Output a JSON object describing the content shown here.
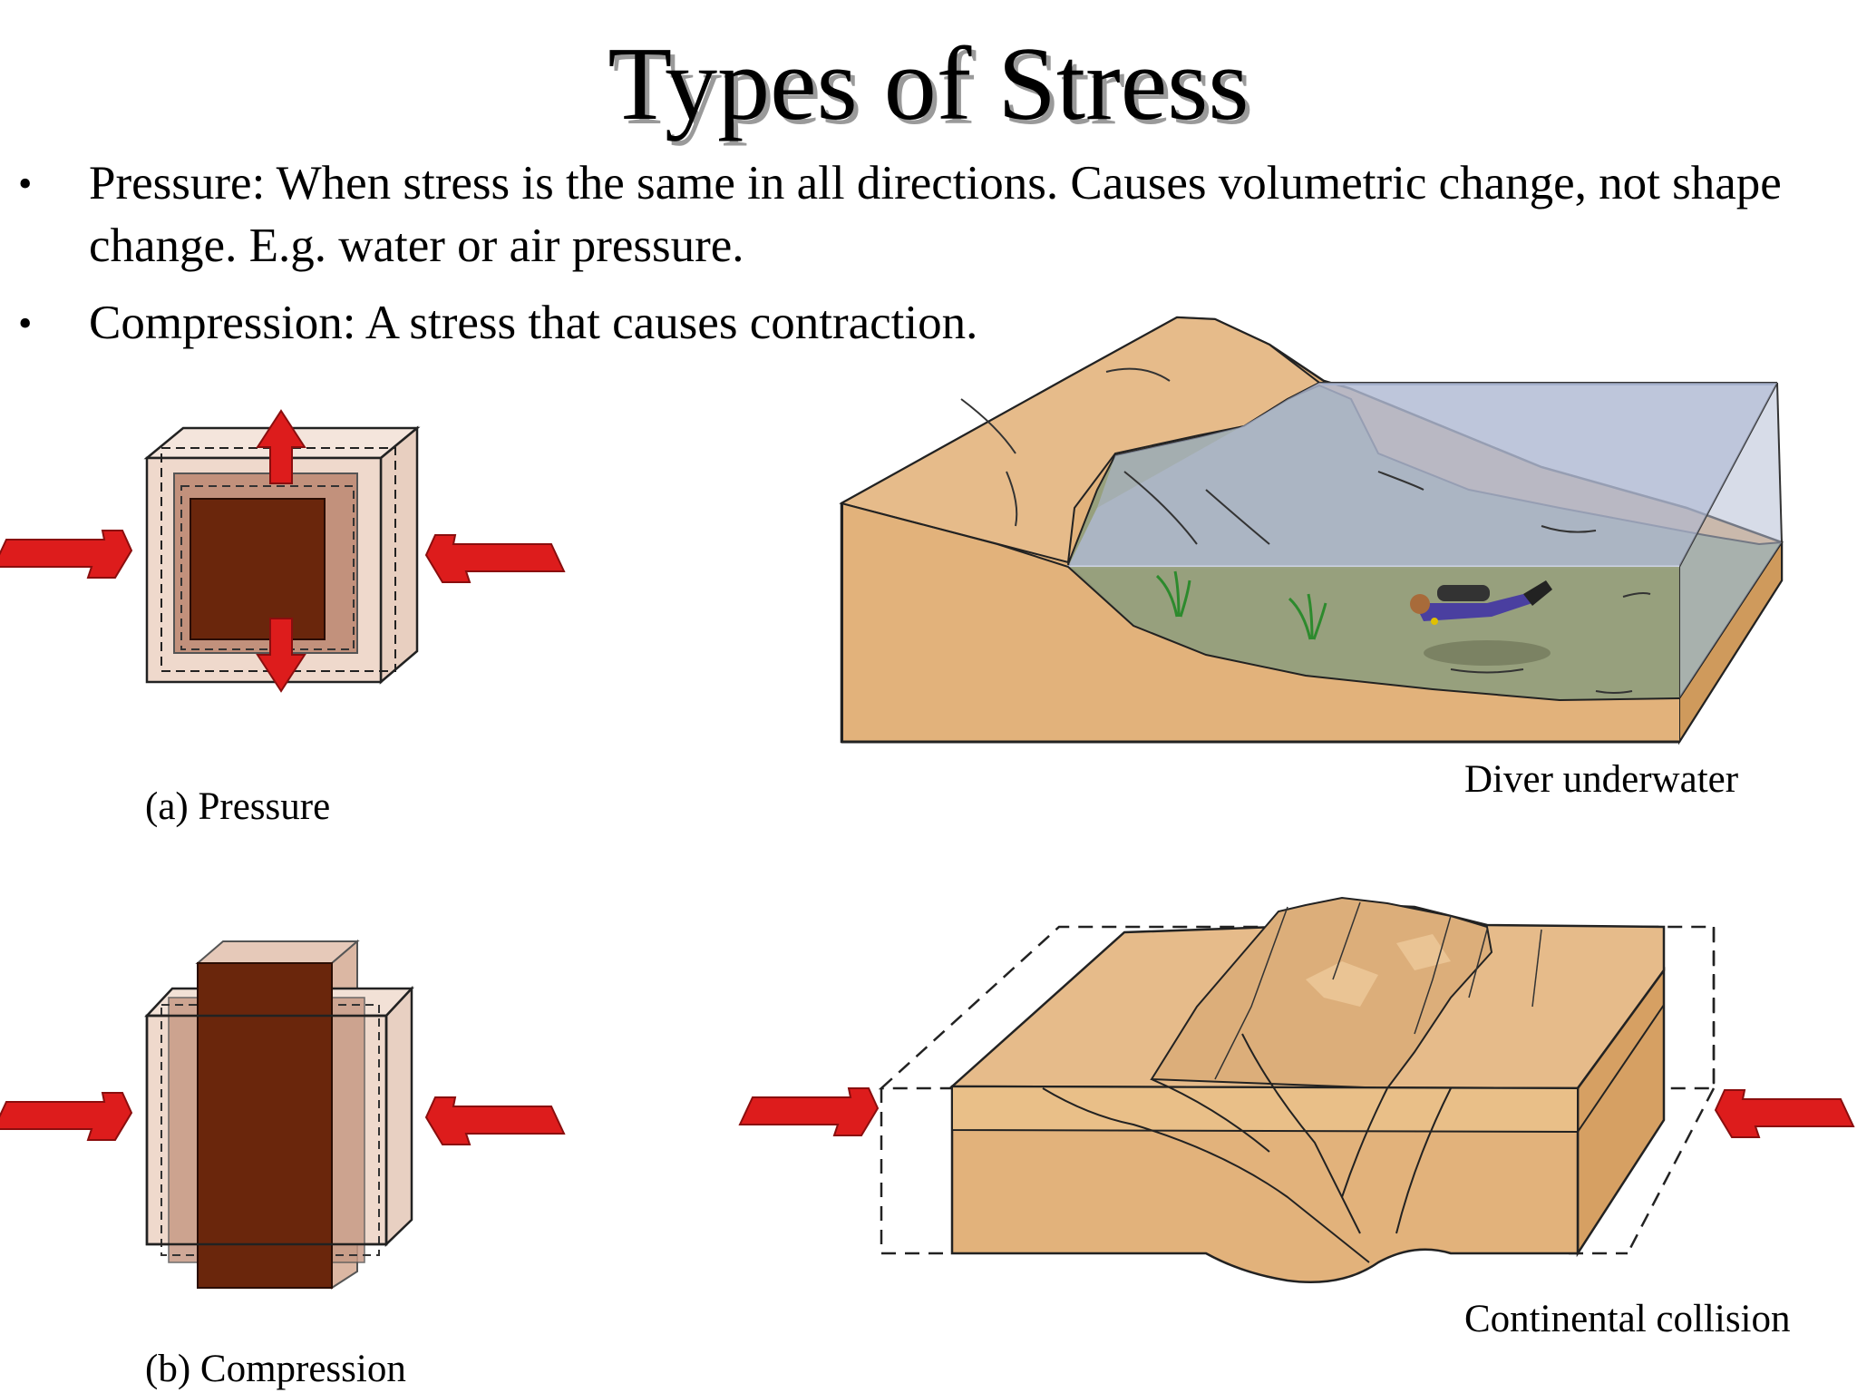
{
  "title": "Types of Stress",
  "bullets": [
    {
      "marker": "•",
      "text": "Pressure: When stress is the same in all directions. Causes volumetric change, not shape change. E.g. water or air pressure."
    },
    {
      "marker": "•",
      "text": "Compression: A stress that causes contraction."
    }
  ],
  "captions": {
    "pressure": "(a)  Pressure",
    "compression": "(b)  Compression",
    "diver": "Diver underwater",
    "collision": "Continental collision"
  },
  "colors": {
    "arrow_red": "#dd1c1c",
    "cube_light": "#efd9cc",
    "cube_mid": "#c2917c",
    "cube_dark": "#6a260c",
    "sand": "#e3b57f",
    "sand_dark": "#d6a063",
    "seafloor_green": "#97a07d",
    "water_blue": "#b7c0d6"
  },
  "icons": {
    "arrow": "red-force-arrow-icon",
    "diver": "scuba-diver-icon"
  }
}
